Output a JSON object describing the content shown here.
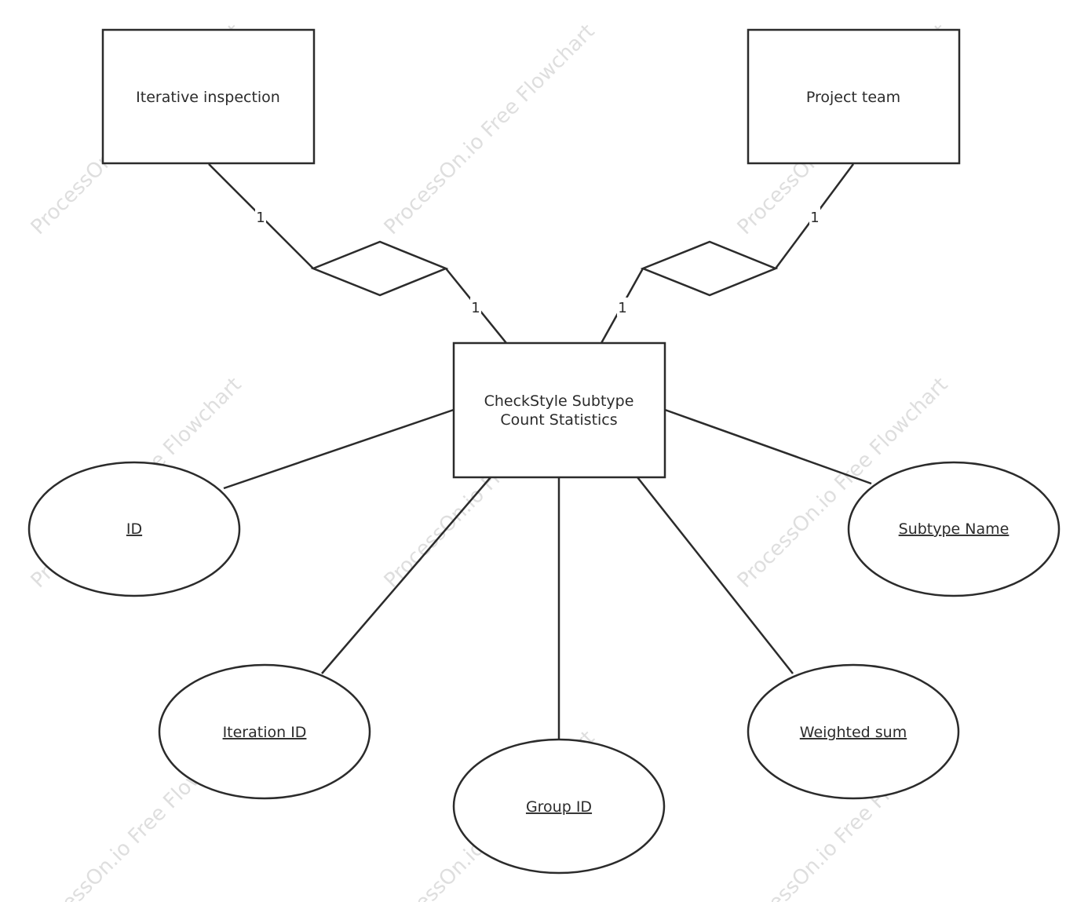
{
  "watermark": "ProcessOn.io Free Flowchart",
  "entities": {
    "iterative_inspection": "Iterative inspection",
    "project_team": "Project team",
    "main_line1": "CheckStyle Subtype",
    "main_line2": "Count Statistics"
  },
  "attributes": {
    "id": "ID",
    "iteration_id": "Iteration ID",
    "group_id": "Group ID",
    "weighted_sum": "Weighted sum",
    "subtype_name": "Subtype Name"
  },
  "cardinalities": {
    "iterative_to_rel": "1",
    "rel_to_main_left": "1",
    "main_to_rel_right": "1",
    "project_to_rel": "1"
  },
  "colors": {
    "stroke": "#2b2b2b",
    "background": "#ffffff",
    "watermark": "#d4d4d4"
  }
}
